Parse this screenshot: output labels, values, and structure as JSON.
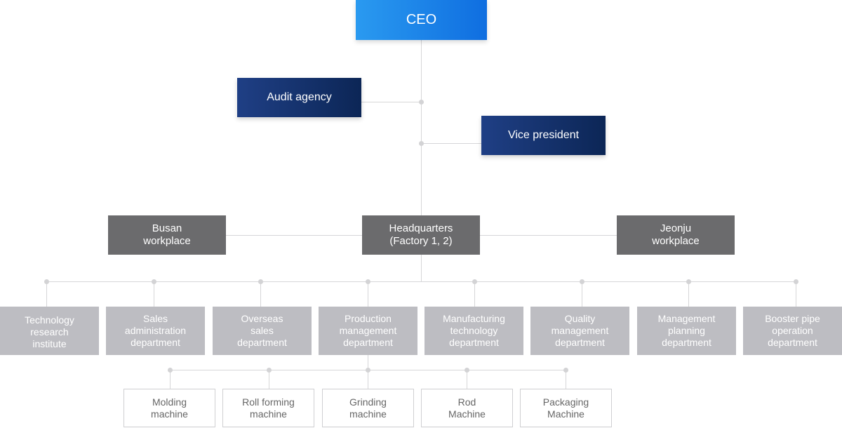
{
  "ceo": "CEO",
  "audit": "Audit agency",
  "vice": "Vice president",
  "sites": {
    "busan": "Busan\nworkplace",
    "hq": "Headquarters\n(Factory 1, 2)",
    "jeonju": "Jeonju\nworkplace"
  },
  "departments": [
    "Technology\nresearch\ninstitute",
    "Sales\nadministration\ndepartment",
    "Overseas\nsales\ndepartment",
    "Production\nmanagement\ndepartment",
    "Manufacturing\ntechnology\ndepartment",
    "Quality\nmanagement\ndepartment",
    "Management\nplanning\ndepartment",
    "Booster pipe\noperation\ndepartment"
  ],
  "machines": [
    "Molding\nmachine",
    "Roll forming\nmachine",
    "Grinding\nmachine",
    "Rod\nMachine",
    "Packaging\nMachine"
  ]
}
